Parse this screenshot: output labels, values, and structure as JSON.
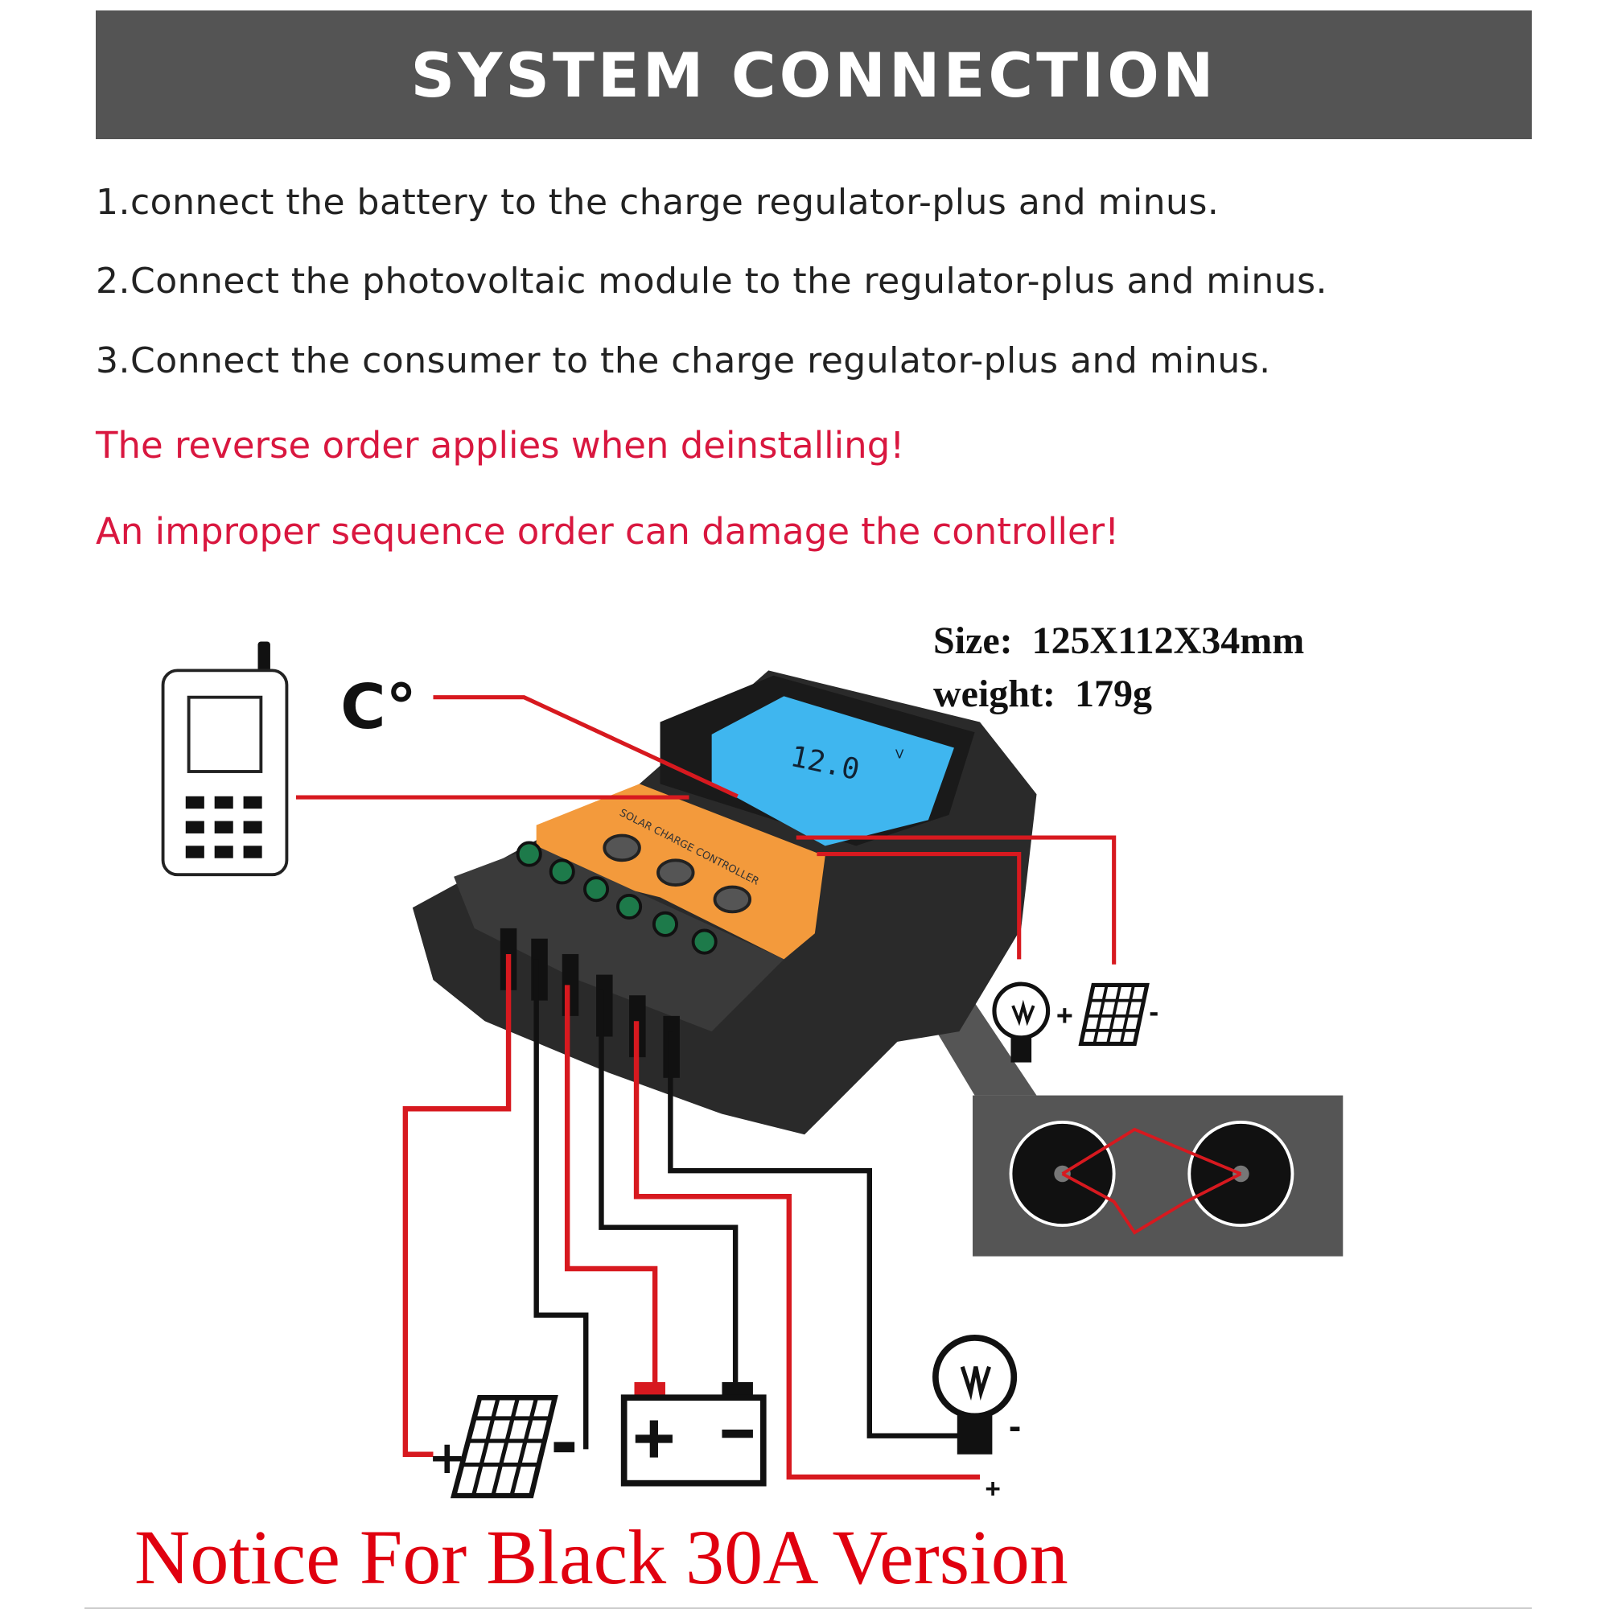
{
  "header": {
    "title": "SYSTEM CONNECTION"
  },
  "steps": [
    "1.connect the battery to the charge regulator-plus and minus.",
    "2.Connect the photovoltaic module to the regulator-plus and minus.",
    "3.Connect the consumer to the charge regulator-plus and minus."
  ],
  "warnings": [
    "The reverse order applies when deinstalling!",
    "An improper sequence order can damage the controller!"
  ],
  "specs": {
    "size": "Size:  125X112X34mm",
    "weight": "weight:  179g"
  },
  "diagram": {
    "temperature_label": "C°",
    "lcd_reading": "12.0",
    "lcd_unit": "V",
    "panel_label": "SOLAR CHARGE CONTROLLER",
    "plus": "+",
    "minus": "-"
  },
  "notice": "Notice For Black 30A Version",
  "colors": {
    "header_bg": "#545454",
    "warning": "#d9173f",
    "wire_red": "#d7191f",
    "wire_black": "#111111",
    "lcd": "#3fb6ef",
    "panel_orange": "#f39a3c",
    "notice": "#e0000f"
  }
}
